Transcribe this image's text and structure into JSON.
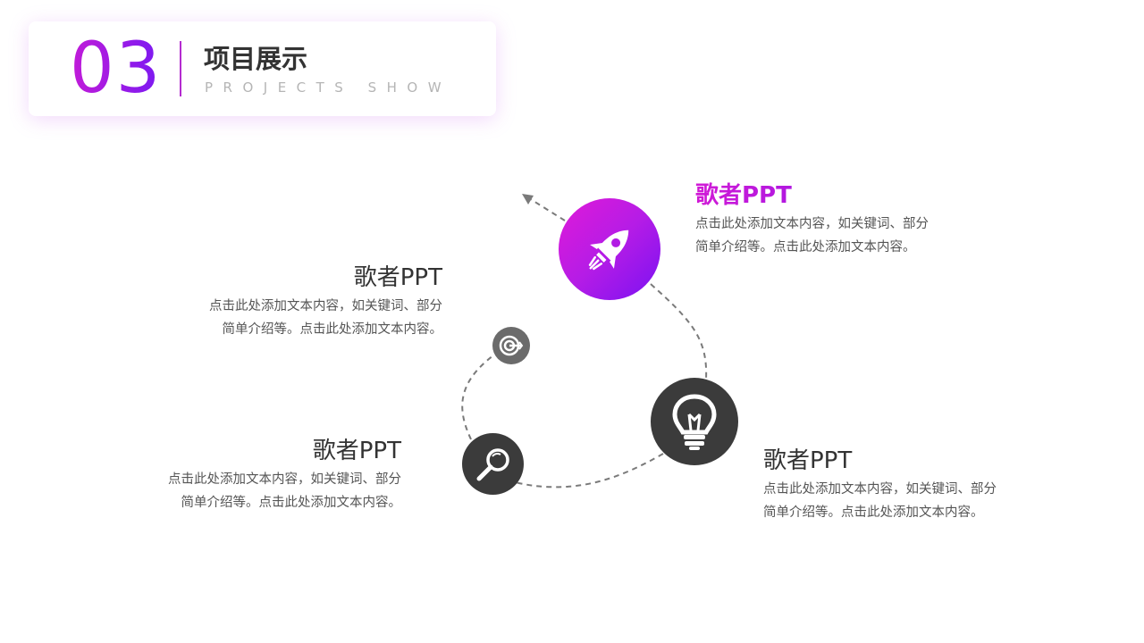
{
  "header": {
    "number": "03",
    "title": "项目展示",
    "subtitle": "PROJECTS SHOW"
  },
  "blocks": [
    {
      "id": "rocket",
      "title": "歌者PPT",
      "lines": [
        "点击此处添加文本内容，如关键词、部分",
        "简单介绍等。点击此处添加文本内容。"
      ],
      "icon": "rocket-icon",
      "accent": "#b21ce4"
    },
    {
      "id": "target",
      "title": "歌者PPT",
      "lines": [
        "点击此处添加文本内容，如关键词、部分",
        "简单介绍等。点击此处添加文本内容。"
      ],
      "icon": "target-arrow-icon"
    },
    {
      "id": "search",
      "title": "歌者PPT",
      "lines": [
        "点击此处添加文本内容，如关键词、部分",
        "简单介绍等。点击此处添加文本内容。"
      ],
      "icon": "magnifier-icon"
    },
    {
      "id": "bulb",
      "title": "歌者PPT",
      "lines": [
        "点击此处添加文本内容，如关键词、部分",
        "简单介绍等。点击此处添加文本内容。"
      ],
      "icon": "lightbulb-icon"
    }
  ],
  "colors": {
    "gradient_start": "#e01ad8",
    "gradient_end": "#7a12f2",
    "dark_circle": "#3b3b3b",
    "grey_circle": "#6b6b6b",
    "path": "#7a7a7a"
  }
}
